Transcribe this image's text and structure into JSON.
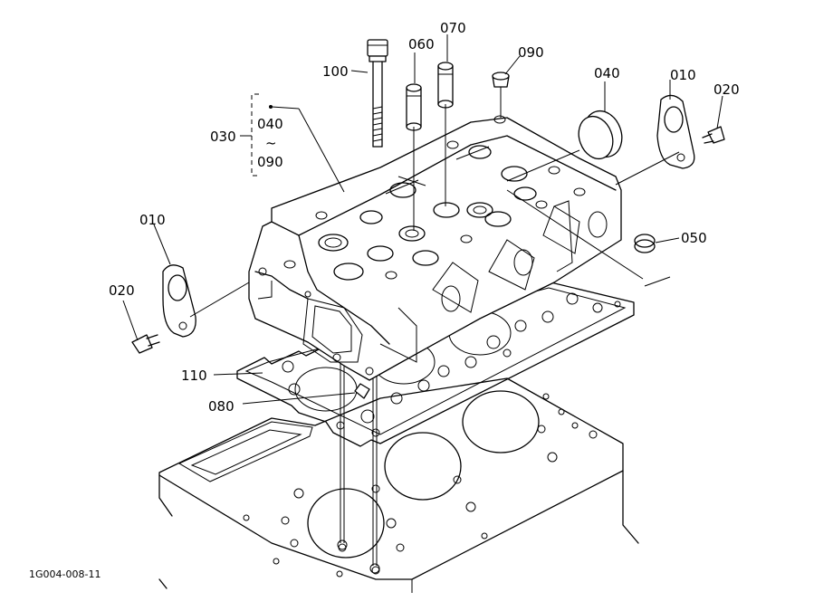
{
  "reference": "1G004-008-11",
  "labels": {
    "p100": "100",
    "p060": "060",
    "p070": "070",
    "p090": "090",
    "p040": "040",
    "p010_right": "010",
    "p020_right": "020",
    "p030": "030",
    "p030_from": "040",
    "p030_tilde": "~",
    "p030_to": "090",
    "p010_left": "010",
    "p020_left": "020",
    "p050": "050",
    "p110": "110",
    "p080": "080"
  }
}
